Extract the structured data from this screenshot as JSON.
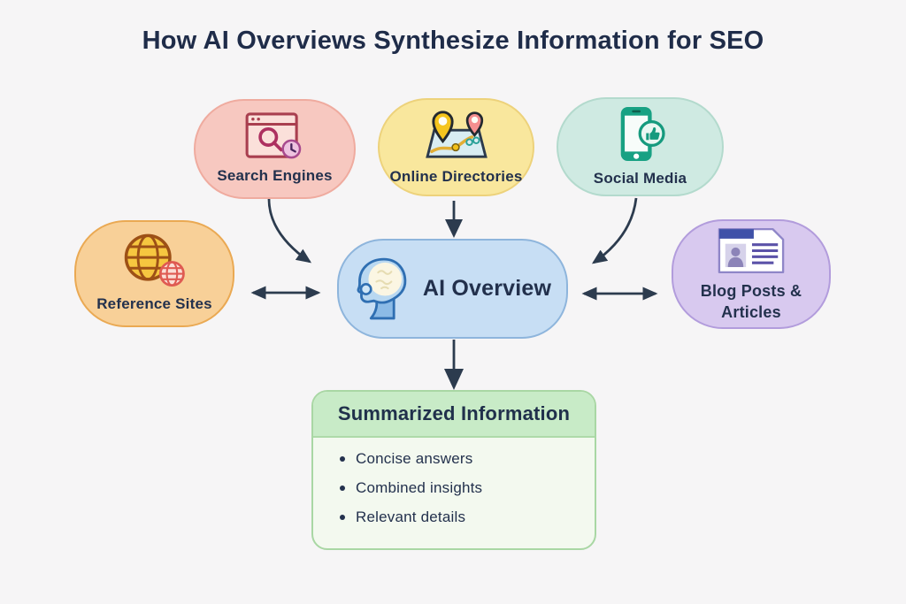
{
  "title": "How AI Overviews Synthesize Information for SEO",
  "nodes": {
    "search_engines": {
      "label": "Search Engines",
      "icon": "browser-search-icon",
      "fill": "#f7c8c0"
    },
    "online_directories": {
      "label": "Online Directories",
      "icon": "map-pins-icon",
      "fill": "#f9e79d"
    },
    "social_media": {
      "label": "Social Media",
      "icon": "phone-thumbs-up-icon",
      "fill": "#cfeae2"
    },
    "reference_sites": {
      "label": "Reference Sites",
      "icon": "globe-icon",
      "fill": "#f8d098"
    },
    "ai_overview": {
      "label": "AI Overview",
      "icon": "head-brain-icon",
      "fill": "#c7def4"
    },
    "blog_posts": {
      "label": "Blog Posts & Articles",
      "icon": "article-icon",
      "fill": "#d8c9ef"
    }
  },
  "edges": [
    {
      "from": "search_engines",
      "to": "ai_overview",
      "direction": "one-way"
    },
    {
      "from": "online_directories",
      "to": "ai_overview",
      "direction": "one-way"
    },
    {
      "from": "social_media",
      "to": "ai_overview",
      "direction": "one-way"
    },
    {
      "from": "reference_sites",
      "to": "ai_overview",
      "direction": "two-way"
    },
    {
      "from": "blog_posts",
      "to": "ai_overview",
      "direction": "two-way"
    },
    {
      "from": "ai_overview",
      "to": "summarized_information",
      "direction": "one-way"
    }
  ],
  "summary_panel": {
    "header": "Summarized Information",
    "bullets": [
      "Concise answers",
      "Combined insights",
      "Relevant details"
    ]
  },
  "colors": {
    "background": "#f6f5f6",
    "title_text": "#1f2c49",
    "node_text": "#23314d",
    "arrow": "#2c3b4e",
    "summary_header_bg": "#c8ebc7",
    "summary_body_bg": "#f3f9ef",
    "summary_border": "#a9d7a4"
  }
}
